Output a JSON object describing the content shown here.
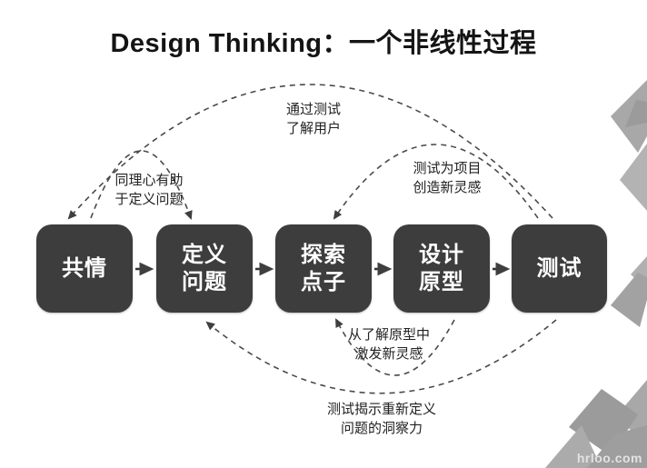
{
  "title": "Design Thinking：一个非线性过程",
  "stages": [
    {
      "id": "empathize",
      "label": "共情"
    },
    {
      "id": "define",
      "label": "定义\n问题"
    },
    {
      "id": "ideate",
      "label": "探索\n点子"
    },
    {
      "id": "prototype",
      "label": "设计\n原型"
    },
    {
      "id": "test",
      "label": "测试"
    }
  ],
  "feedback_labels": {
    "top_big": "通过测试\n了解用户",
    "top_left": "同理心有助\n于定义问题",
    "top_right": "测试为项目\n创造新灵感",
    "bottom_small": "从了解原型中\n激发新灵感",
    "bottom_big": "测试揭示重新定义\n问题的洞察力"
  },
  "watermark": "hrloo.com",
  "colors": {
    "box_bg": "#3d3d3d",
    "box_text": "#ffffff",
    "arrow": "#3f3f3f",
    "dashed_arrow": "#4a4a4a",
    "decor_gray": "#a8a8a8"
  }
}
